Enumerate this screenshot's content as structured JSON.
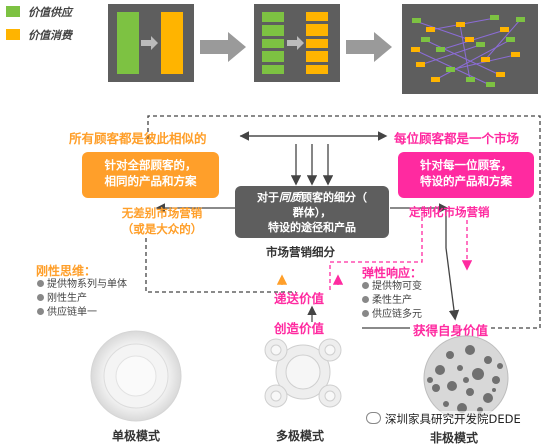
{
  "legend": {
    "supply": {
      "label": "价值供应",
      "color": "#7dc242"
    },
    "consume": {
      "label": "价值消费",
      "color": "#ffb400"
    }
  },
  "left_header": "所有顾客都是彼此相似的",
  "right_header": "每位顾客都是一个市场",
  "left_box": {
    "line1": "针对全部顾客的，",
    "line2": "相同的产品和方案"
  },
  "right_box": {
    "line1": "针对每一位顾客，",
    "line2": "特设的产品和方案"
  },
  "center_box": {
    "line1a": "对于",
    "line1_em": "同质",
    "line1b": "顾客的细分（",
    "line2": "群体），",
    "line3": "特设的途径和产品"
  },
  "mass_marketing": {
    "line1": "无差别市场营销",
    "line2": "（或是大众的）"
  },
  "custom_marketing": "定制化市场营销",
  "segment_marketing": "市场营销细分",
  "rigid": {
    "title": "刚性思维：",
    "items": [
      "提供物系列与单体",
      "刚性生产",
      "供应链单一"
    ]
  },
  "flexible": {
    "title": "弹性响应：",
    "items": [
      "提供物可变",
      "柔性生产",
      "供应链多元"
    ]
  },
  "deliver_value": "递送价值",
  "create_value": "创造价值",
  "obtain_value": "获得自身价值",
  "modes": [
    "单极模式",
    "多极模式",
    "非极模式"
  ],
  "watermark": "深圳家具研究开发院DEDE",
  "colors": {
    "orange": "#ff9f2a",
    "magenta": "#ff2aa0",
    "dark": "#5e5e5e",
    "green": "#7dc242",
    "yellow": "#ffb400"
  }
}
